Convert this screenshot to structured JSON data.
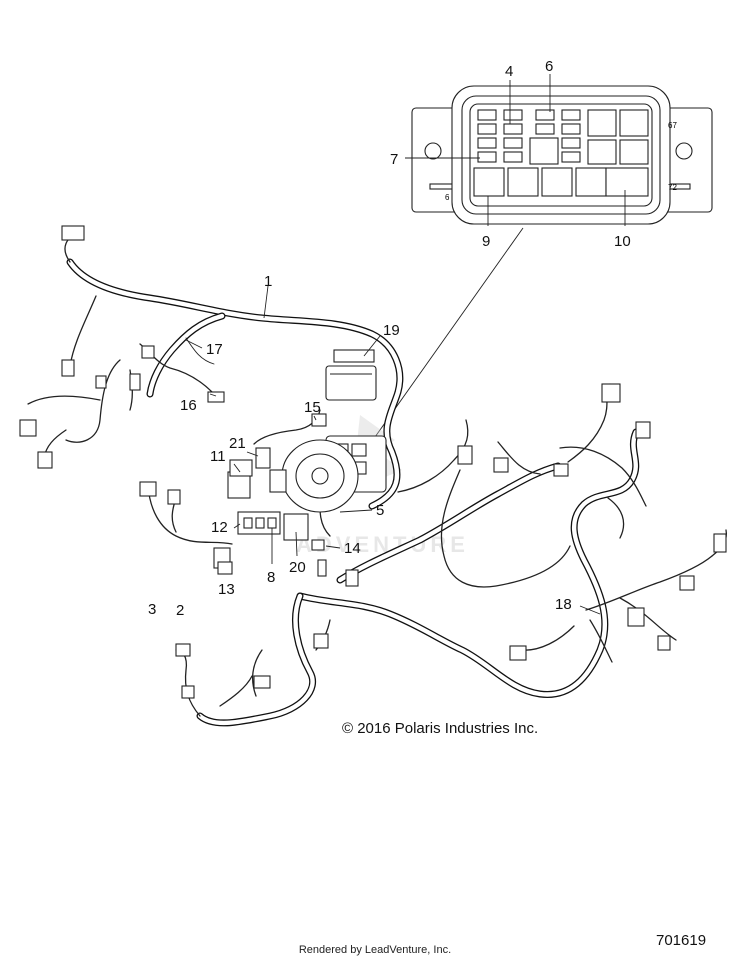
{
  "callouts": {
    "c1": "1",
    "c2": "2",
    "c3": "3",
    "c4": "4",
    "c5": "5",
    "c6": "6",
    "c7": "7",
    "c8": "8",
    "c9": "9",
    "c10": "10",
    "c11": "11",
    "c12": "12",
    "c13": "13",
    "c14": "14",
    "c15": "15",
    "c16": "16",
    "c17": "17",
    "c18": "18",
    "c19": "19",
    "c20": "20",
    "c21": "21"
  },
  "fuse_box_markings": {
    "pin_6": "6",
    "pin_67": "67",
    "pin_72": "72"
  },
  "watermark": "ADVENTURE",
  "copyright": "© 2016 Polaris Industries Inc.",
  "figure_number": "701619",
  "footer_credit": "Rendered by LeadVenture, Inc."
}
